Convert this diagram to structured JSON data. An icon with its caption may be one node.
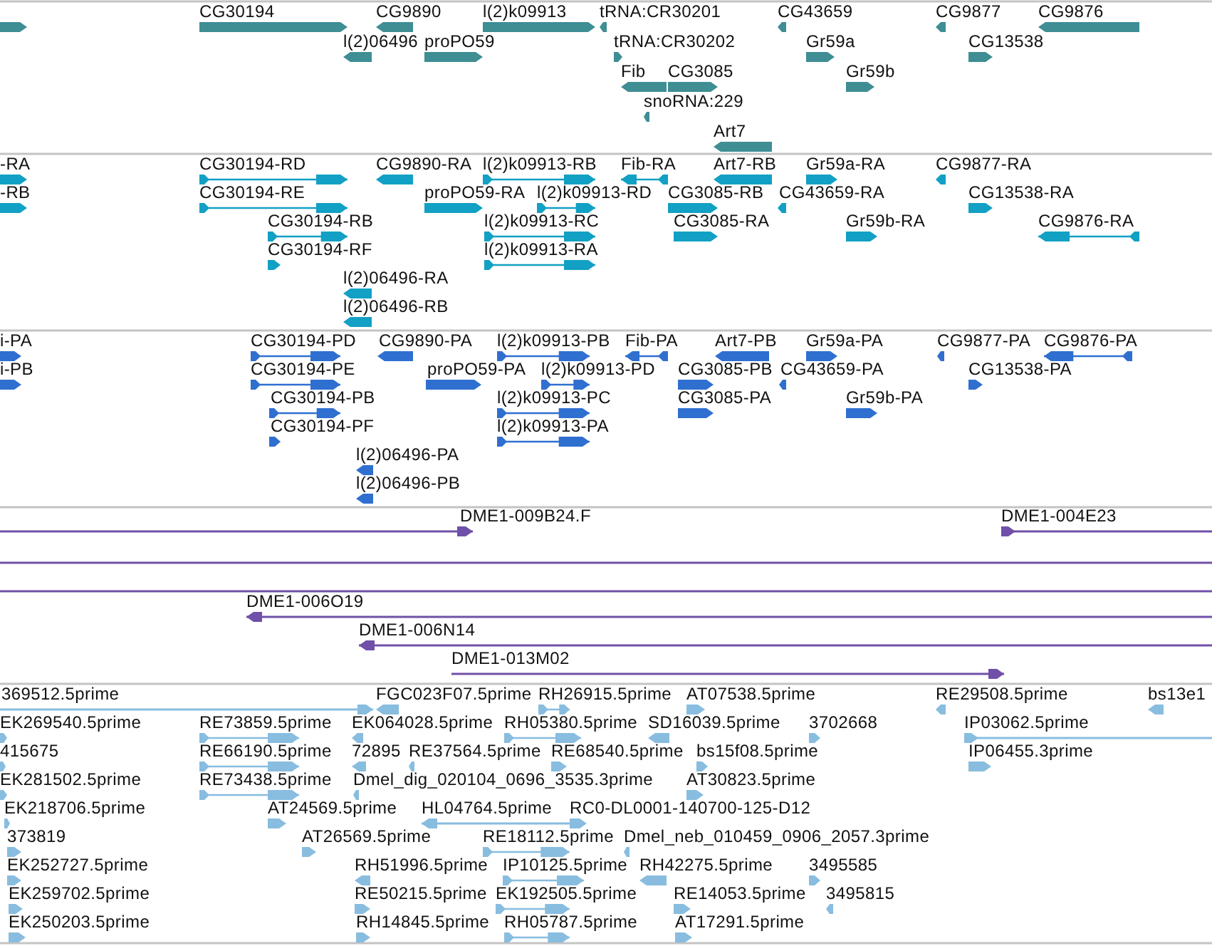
{
  "diagram": {
    "labels": [
      "CG30194",
      "CG9890",
      "l(2)k09913",
      "tRNA:CR30201",
      "CG43659",
      "CG9877",
      "CG9876",
      "l(2)06496",
      "proPO59",
      "tRNA:CR30202",
      "Gr59a",
      "CG13538",
      "Fib",
      "CG3085",
      "Gr59b",
      "snoRNA:229",
      "Art7",
      "-RA",
      "CG30194-RD",
      "CG9890-RA",
      "l(2)k09913-RB",
      "Fib-RA",
      "Art7-RB",
      "Gr59a-RA",
      "CG9877-RA",
      "-RB",
      "CG30194-RE",
      "proPO59-RA",
      "l(2)k09913-RD",
      "CG3085-RB",
      "CG43659-RA",
      "CG13538-RA",
      "CG30194-RB",
      "l(2)k09913-RC",
      "CG3085-RA",
      "Gr59b-RA",
      "CG9876-RA",
      "CG30194-RF",
      "l(2)k09913-RA",
      "l(2)06496-RA",
      "l(2)06496-RB",
      "i-PA",
      "CG30194-PD",
      "CG9890-PA",
      "l(2)k09913-PB",
      "Fib-PA",
      "Art7-PB",
      "Gr59a-PA",
      "CG9877-PA",
      "CG9876-PA",
      "i-PB",
      "CG30194-PE",
      "proPO59-PA",
      "l(2)k09913-PD",
      "CG3085-PB",
      "CG43659-PA",
      "CG13538-PA",
      "CG30194-PB",
      "l(2)k09913-PC",
      "CG3085-PA",
      "Gr59b-PA",
      "CG30194-PF",
      "l(2)k09913-PA",
      "l(2)06496-PA",
      "l(2)06496-PB",
      "DME1-009B24.F",
      "DME1-004E23",
      "DME1-006O19",
      "DME1-006N14",
      "DME1-013M02",
      "369512.5prime",
      "FGC023F07.5prime",
      "RH26915.5prime",
      "AT07538.5prime",
      "RE29508.5prime",
      "bs13e1",
      "EK269540.5prime",
      "RE73859.5prime",
      "EK064028.5prime",
      "RH05380.5prime",
      "SD16039.5prime",
      "3702668",
      "IP03062.5prime",
      "415675",
      "RE66190.5prime",
      "72895",
      "RE37564.5prime",
      "RE68540.5prime",
      "bs15f08.5prime",
      "IP06455.3prime",
      "EK281502.5prime",
      "RE73438.5prime",
      "Dmel_dig_020104_0696_3535.3prime",
      "AT30823.5prime",
      "EK218706.5prime",
      "AT24569.5prime",
      "HL04764.5prime",
      "RC0-DL0001-140700-125-D12",
      "373819",
      "AT26569.5prime",
      "RE18112.5prime",
      "Dmel_neb_010459_0906_2057.3prime",
      "EK252727.5prime",
      "RH51996.5prime",
      "IP10125.5prime",
      "RH42275.5prime",
      "3495585",
      "EK259702.5prime",
      "RE50215.5prime",
      "EK192505.5prime",
      "RE14053.5prime",
      "3495815",
      "EK250203.5prime",
      "RH14845.5prime",
      "RH05787.5prime",
      "AT17291.5prime"
    ]
  }
}
